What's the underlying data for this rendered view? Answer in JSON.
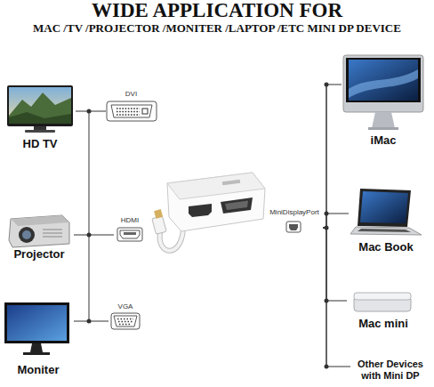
{
  "diagram": {
    "title": "WIDE APPLICATION FOR",
    "nodes": [
      {
        "text": [
          "HD TV"
        ]
      },
      {
        "text": [
          "Projector"
        ]
      },
      {
        "text": [
          "Moniter"
        ]
      },
      {
        "text": [
          "DVI"
        ]
      },
      {
        "text": [
          "HDMI"
        ]
      },
      {
        "text": [
          "VGA"
        ]
      },
      {
        "text": [
          "MiniDisplayPort"
        ]
      },
      {
        "text": [
          "iMac"
        ]
      },
      {
        "text": [
          "Mac Book"
        ]
      },
      {
        "text": [
          "Mac mini"
        ]
      },
      {
        "text": [
          "Other Devices with Mini DP"
        ]
      }
    ],
    "edges": [
      {
        "from": 0,
        "to": 3,
        "arrow": "none"
      },
      {
        "from": 1,
        "to": 4,
        "arrow": "none"
      },
      {
        "from": 2,
        "to": 5,
        "arrow": "none"
      },
      {
        "from": 6,
        "to": 7,
        "arrow": "none"
      },
      {
        "from": 6,
        "to": 8,
        "arrow": "none"
      },
      {
        "from": 6,
        "to": 9,
        "arrow": "none"
      },
      {
        "from": 6,
        "to": 10,
        "arrow": "none"
      }
    ],
    "labels": [
      "MAC /TV /PROJECTOR /MONITER /LAPTOP /ETC MINI DP DEVICE"
    ]
  }
}
